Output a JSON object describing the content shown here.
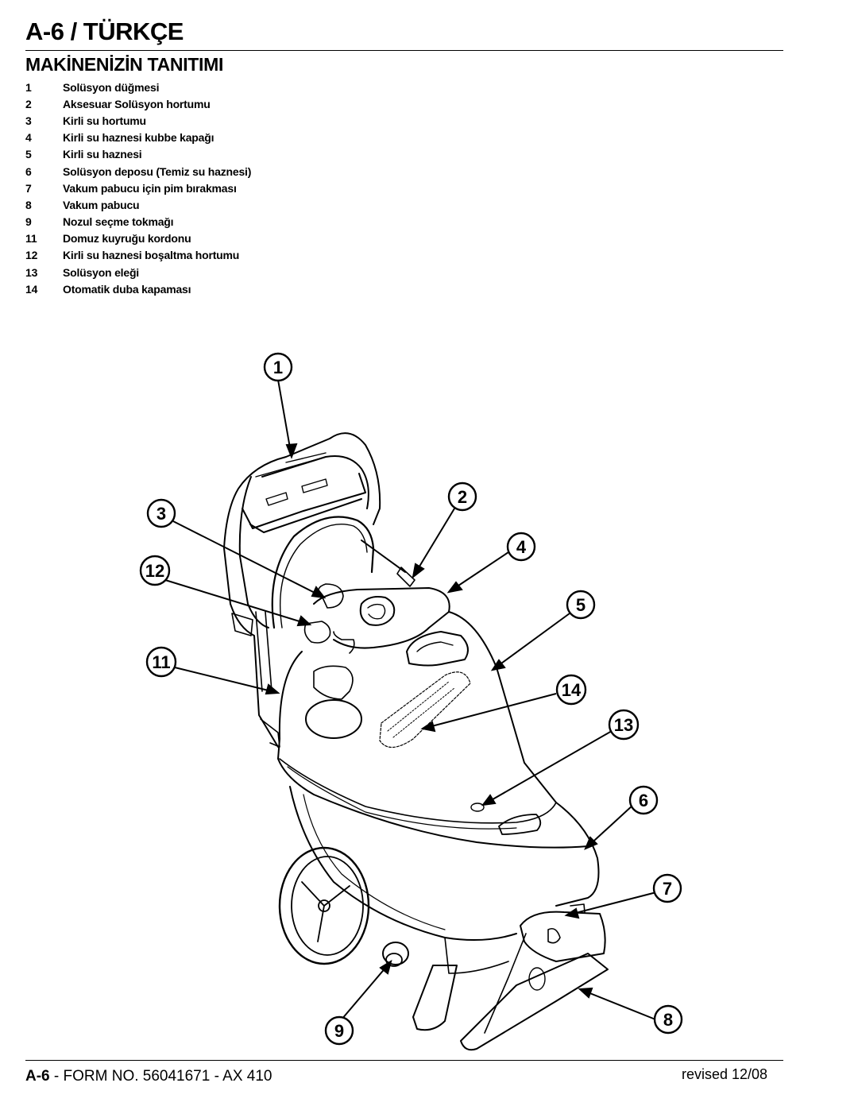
{
  "header": {
    "title": "A-6 / TÜRKÇE"
  },
  "section": {
    "title": "MAKİNENİZİN TANITIMI"
  },
  "parts": [
    {
      "num": "1",
      "label": "Solüsyon düğmesi"
    },
    {
      "num": "2",
      "label": "Aksesuar Solüsyon hortumu"
    },
    {
      "num": "3",
      "label": "Kirli su hortumu"
    },
    {
      "num": "4",
      "label": "Kirli su haznesi kubbe kapağı"
    },
    {
      "num": "5",
      "label": "Kirli su haznesi"
    },
    {
      "num": "6",
      "label": "Solüsyon deposu (Temiz su haznesi)"
    },
    {
      "num": "7",
      "label": "Vakum pabucu için pim bırakması"
    },
    {
      "num": "8",
      "label": "Vakum pabucu"
    },
    {
      "num": "9",
      "label": "Nozul seçme tokmağı"
    },
    {
      "num": "11",
      "label": "Domuz kuyruğu kordonu"
    },
    {
      "num": "12",
      "label": "Kirli su haznesi boşaltma hortumu"
    },
    {
      "num": "13",
      "label": "Solüsyon eleği"
    },
    {
      "num": "14",
      "label": "Otomatik duba kapaması"
    }
  ],
  "callouts": [
    "1",
    "2",
    "3",
    "4",
    "5",
    "6",
    "7",
    "8",
    "9",
    "11",
    "12",
    "13",
    "14"
  ],
  "footer": {
    "page": "A-6",
    "form": " - FORM NO. 56041671 - AX 410",
    "revised": "revised 12/08"
  }
}
